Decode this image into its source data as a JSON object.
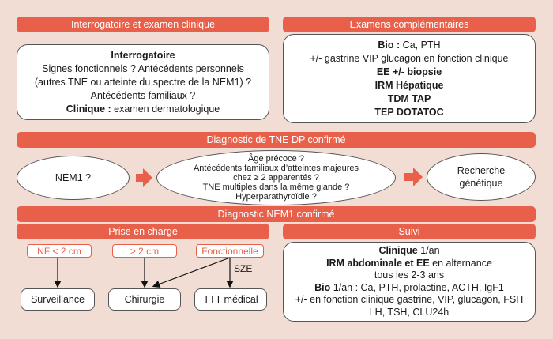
{
  "headers": {
    "interrogatoire": "Interrogatoire et examen clinique",
    "examens": "Examens complémentaires",
    "diag_tne": "Diagnostic de TNE DP confirmé",
    "diag_nem1": "Diagnostic NEM1 confirmé",
    "prise": "Prise en charge",
    "suivi": "Suivi"
  },
  "interrogatoire_box": {
    "title": "Interrogatoire",
    "line1": "Signes fonctionnels ? Antécédents personnels",
    "line2": "(autres TNE ou atteinte du spectre de la NEM1) ?",
    "line3": "Antécédents familiaux ?",
    "clinique_label": "Clinique :",
    "clinique_text": " examen dermatologique"
  },
  "examens_box": {
    "bio_label": "Bio :",
    "bio_text": " Ca, PTH",
    "line2": "+/- gastrine VIP glucagon en fonction clinique",
    "line3": "EE +/- biopsie",
    "line4": "IRM Hépatique",
    "line5": "TDM TAP",
    "line6": "TEP DOTATOC"
  },
  "flow": {
    "nem1": "NEM1 ?",
    "criteria": [
      "Âge précoce ?",
      "Antécédents familiaux d’atteintes majeures",
      "chez ≥ 2 apparentés ?",
      "TNE multiples dans la même glande ?",
      "Hyperparathyroïdie ?"
    ],
    "recherche1": "Recherche",
    "recherche2": "génétique"
  },
  "prise": {
    "nf": "NF < 2 cm",
    "gt2": "> 2 cm",
    "fonct": "Fonctionnelle",
    "sze": "SZE",
    "surv": "Surveillance",
    "chir": "Chirurgie",
    "ttt": "TTT médical"
  },
  "suivi_box": {
    "clinique_label": "Clinique",
    "clinique_text": " 1/an",
    "irm_label": "IRM abdominale et EE",
    "irm_text": " en alternance",
    "line3": "tous les 2-3 ans",
    "bio_label": "Bio",
    "bio_text": " 1/an : Ca, PTH, prolactine, ACTH, IgF1",
    "line5": "+/- en fonction clinique gastrine, VIP, glucagon, FSH",
    "line6": "LH, TSH, CLU24h"
  },
  "colors": {
    "accent": "#e8604a",
    "background": "#f2ddd4"
  }
}
